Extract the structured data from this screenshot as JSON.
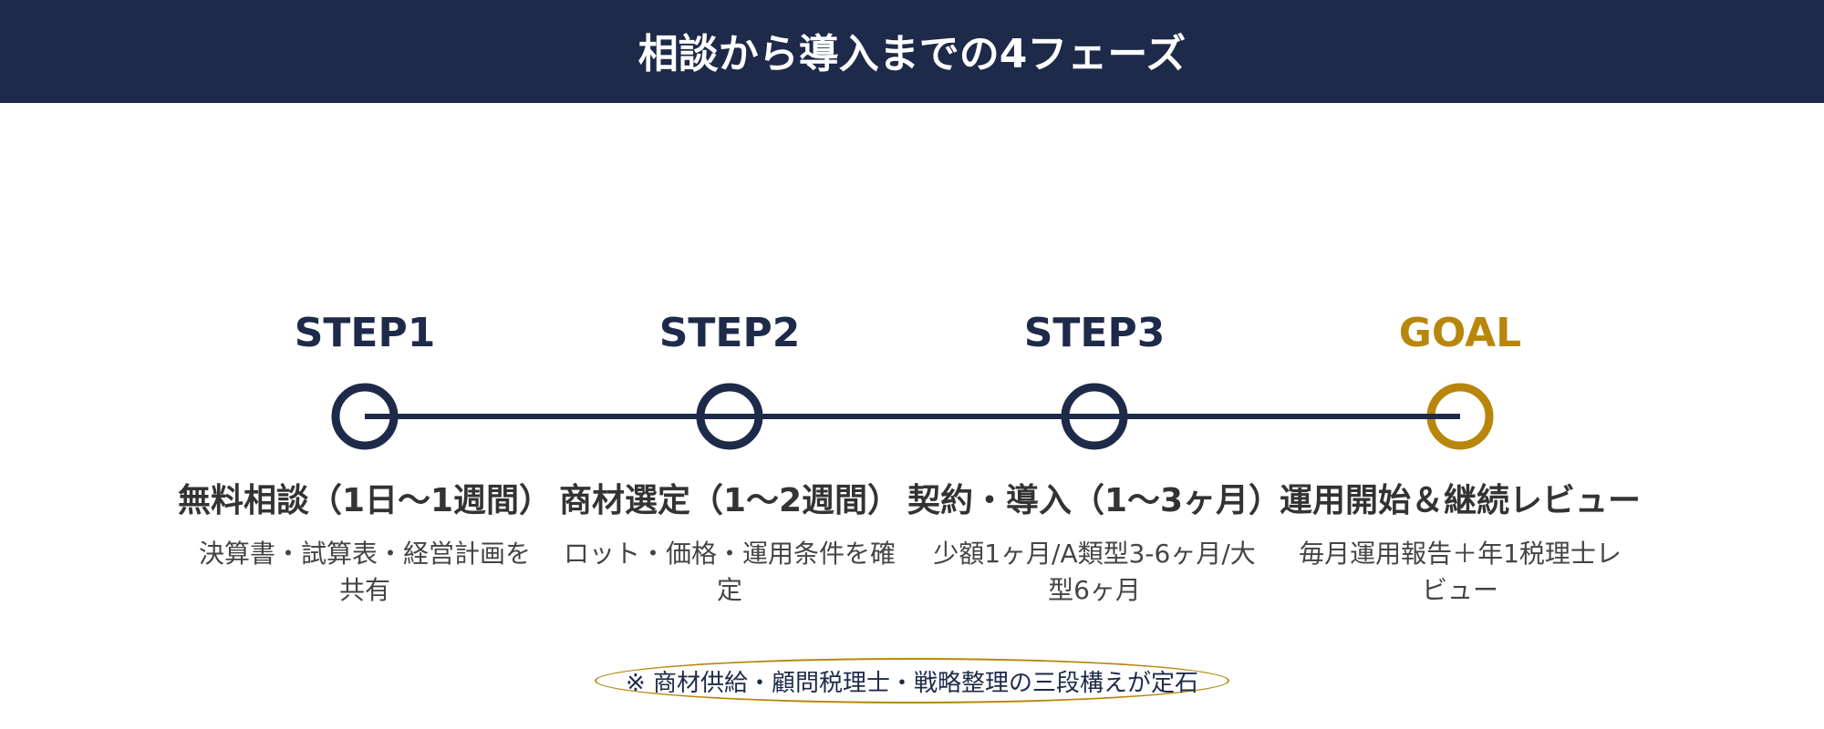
{
  "header": {
    "title": "相談から導入までの4フェーズ"
  },
  "colors": {
    "navy": "#1e2a4a",
    "gold": "#b8860b",
    "title_text": "#333333",
    "desc_text": "#444444"
  },
  "steps": [
    {
      "label": "STEP1",
      "title": "無料相談（1日〜1週間）",
      "description": "決算書・試算表・経営計画を共有",
      "is_goal": false
    },
    {
      "label": "STEP2",
      "title": "商材選定（1〜2週間）",
      "description": "ロット・価格・運用条件を確定",
      "is_goal": false
    },
    {
      "label": "STEP3",
      "title": "契約・導入（1〜3ヶ月）",
      "description": "少額1ヶ月/A類型3-6ヶ月/大型6ヶ月",
      "is_goal": false
    },
    {
      "label": "GOAL",
      "title": "運用開始＆継続レビュー",
      "description": "毎月運用報告＋年1税理士レビュー",
      "is_goal": true
    }
  ],
  "note": {
    "text": "※ 商材供給・顧問税理士・戦略整理の三段構えが定石"
  }
}
